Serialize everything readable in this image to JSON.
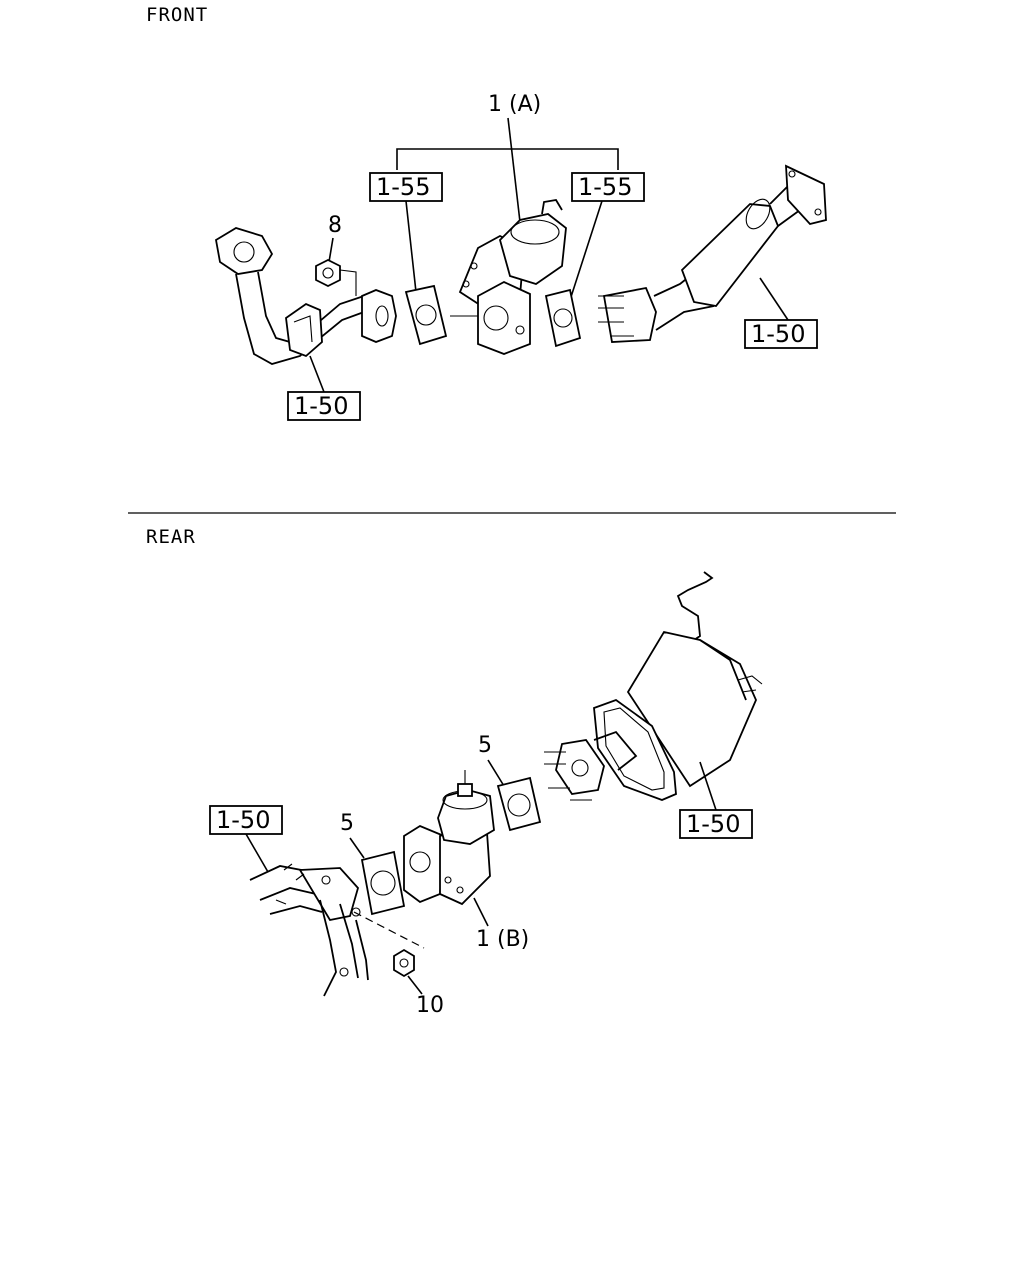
{
  "sections": {
    "front": {
      "title": "FRONT"
    },
    "rear": {
      "title": "REAR"
    }
  },
  "front": {
    "assembly_label": "1 (A)",
    "nut_label": "8",
    "ref_gasket_left": "1-55",
    "ref_gasket_right": "1-55",
    "ref_pipe_left": "1-50",
    "ref_pipe_right": "1-50"
  },
  "rear": {
    "assembly_label": "1 (B)",
    "gasket_upper_label": "5",
    "gasket_lower_label": "5",
    "nut_label": "10",
    "ref_pipe_left": "1-50",
    "ref_muffler": "1-50"
  }
}
